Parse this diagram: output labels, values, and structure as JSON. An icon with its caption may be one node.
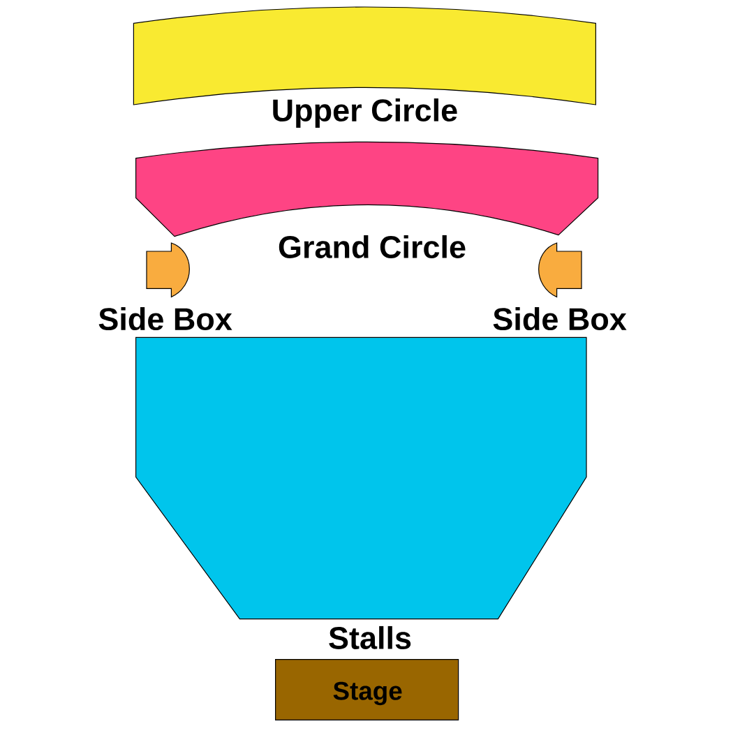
{
  "diagram": {
    "nodes": [
      {
        "text": [
          "Upper Circle"
        ]
      },
      {
        "text": [
          "Grand Circle"
        ]
      },
      {
        "text": [
          "Side Box"
        ]
      },
      {
        "text": [
          "Side Box"
        ]
      },
      {
        "text": [
          "Stalls"
        ]
      },
      {
        "text": [
          "Stage"
        ]
      }
    ]
  }
}
